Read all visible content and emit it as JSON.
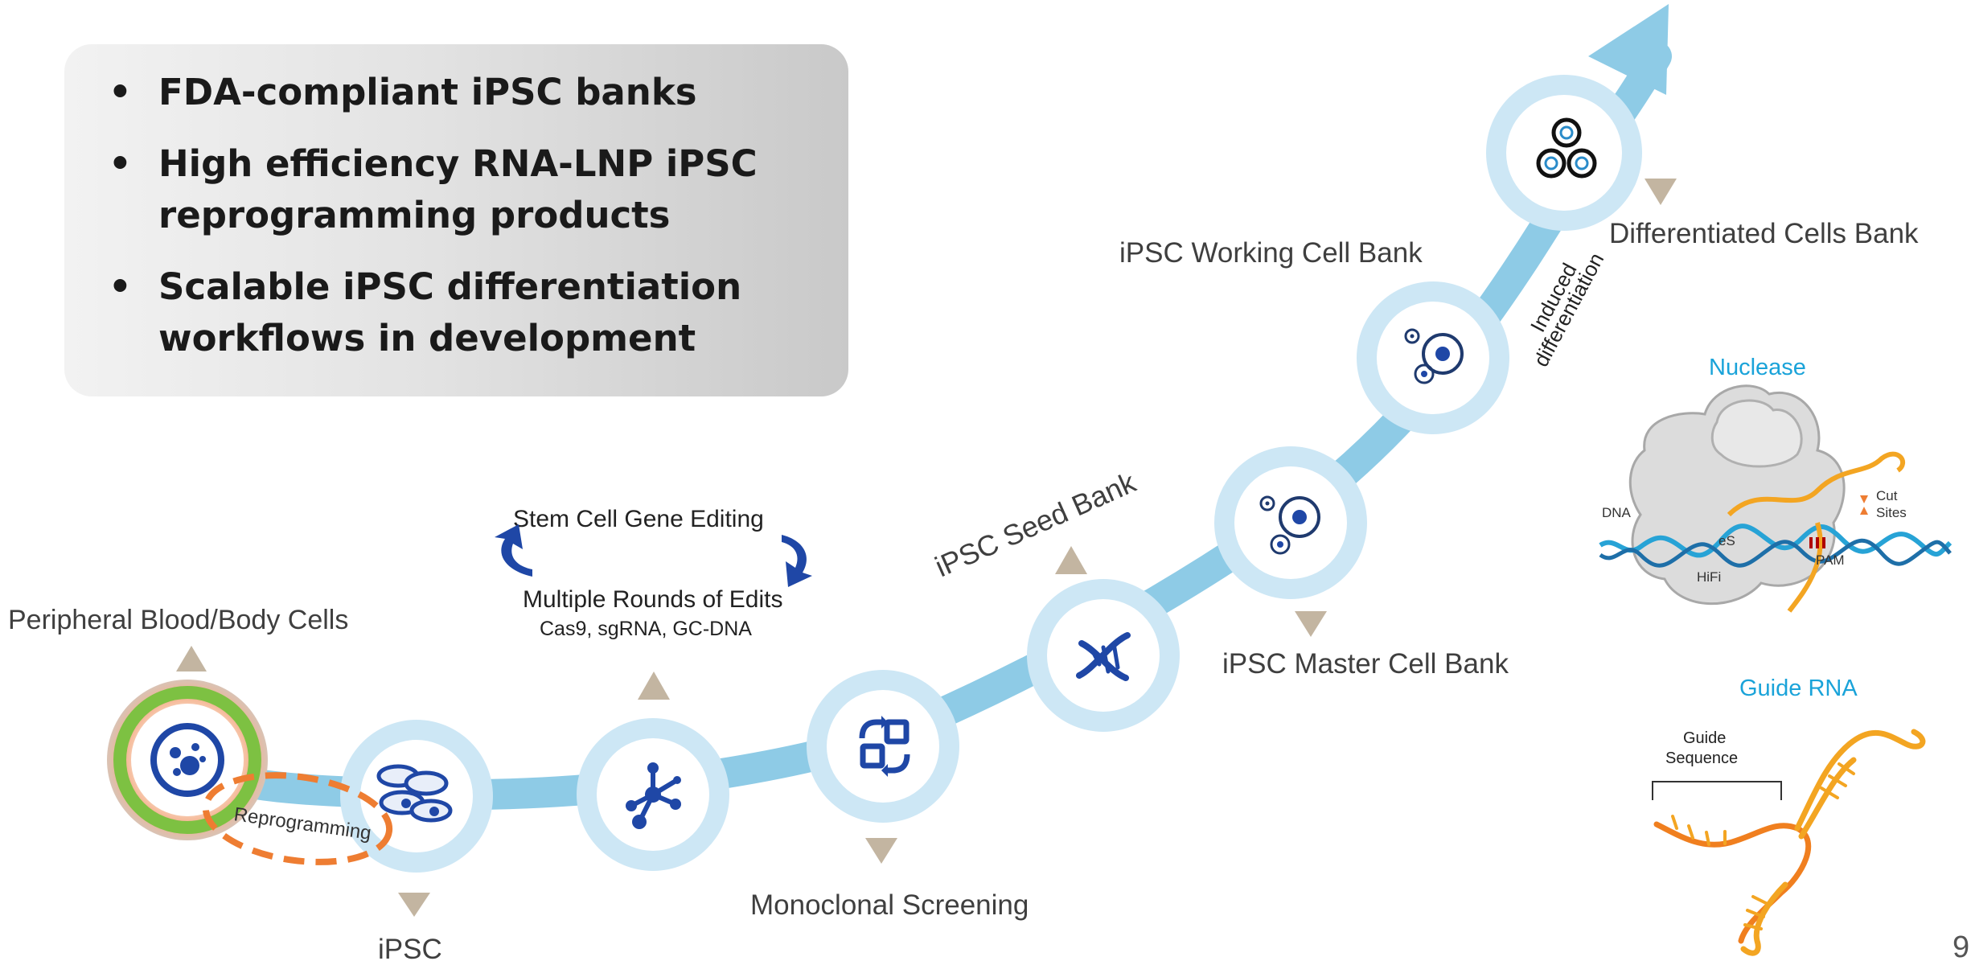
{
  "bullets": [
    {
      "line1": "FDA-compliant iPSC banks",
      "line2": ""
    },
    {
      "line1": "High efficiency RNA-LNP iPSC",
      "line2": "reprogramming products"
    },
    {
      "line1": "Scalable iPSC differentiation",
      "line2": "workflows in development"
    }
  ],
  "stages": {
    "peripheral": "Peripheral Blood/Body Cells",
    "ipsc": "iPSC",
    "editing_title": "Stem Cell Gene Editing",
    "editing_rounds": "Multiple Rounds of Edits",
    "editing_reagents": "Cas9, sgRNA, GC-DNA",
    "monoclonal": "Monoclonal Screening",
    "seed_bank": "iPSC Seed Bank",
    "master_bank": "iPSC Master Cell Bank",
    "working_bank": "iPSC Working Cell Bank",
    "differentiated": "Differentiated Cells Bank",
    "reprogramming": "Reprogramming",
    "induced_line1": "Induced",
    "induced_line2": "differentiation"
  },
  "nuclease": {
    "title": "Nuclease",
    "dna": "DNA",
    "es": "eS",
    "hifi": "HiFi",
    "pam": "PAM",
    "cut": "Cut",
    "sites": "Sites"
  },
  "guide": {
    "title": "Guide RNA",
    "seq_line1": "Guide",
    "seq_line2": "Sequence"
  },
  "page_number": "9",
  "colors": {
    "path": "#8ecbe6",
    "ring": "#cde7f5",
    "icon": "#1f47a6",
    "marker": "#c3b5a1",
    "reprogramming": "#ee7d32",
    "accent_title": "#1aa3d9",
    "rna": "#f3a522",
    "dna_blue": "#27a3d6"
  }
}
